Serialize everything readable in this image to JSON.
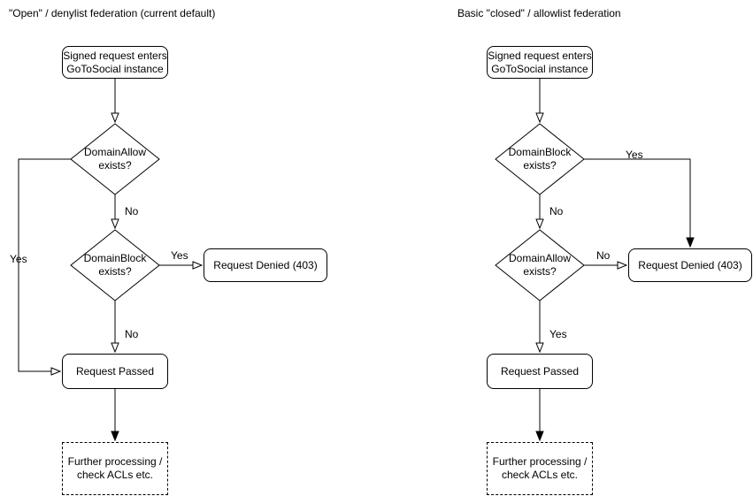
{
  "colors": {
    "stroke": "#000000",
    "background": "#ffffff",
    "text": "#000000"
  },
  "left_chart": {
    "title": "\"Open\" / denylist federation (current default)",
    "nodes": {
      "start": "Signed request enters\nGoToSocial instance",
      "decision1": "DomainAllow\nexists?",
      "decision2": "DomainBlock\nexists?",
      "denied": "Request Denied (403)",
      "passed": "Request Passed",
      "further": "Further processing /\ncheck ACLs etc."
    },
    "labels": {
      "decision1_yes": "Yes",
      "decision1_no": "No",
      "decision2_yes": "Yes",
      "decision2_no": "No"
    }
  },
  "right_chart": {
    "title": "Basic \"closed\" / allowlist federation",
    "nodes": {
      "start": "Signed request enters\nGoToSocial instance",
      "decision1": "DomainBlock\nexists?",
      "decision2": "DomainAllow\nexists?",
      "denied": "Request Denied (403)",
      "passed": "Request Passed",
      "further": "Further processing /\ncheck ACLs etc."
    },
    "labels": {
      "decision1_yes": "Yes",
      "decision1_no": "No",
      "decision2_no": "No",
      "decision2_yes": "Yes"
    }
  }
}
